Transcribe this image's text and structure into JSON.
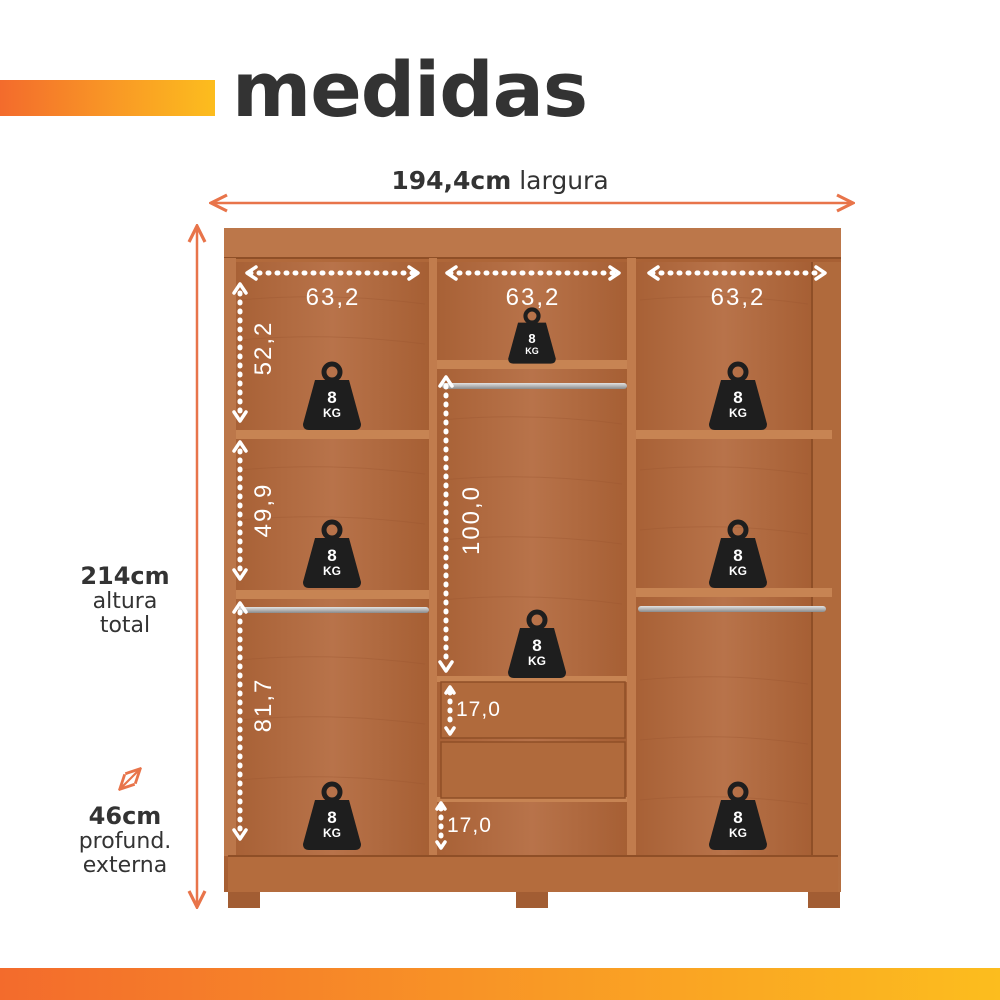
{
  "header": {
    "title": "medidas"
  },
  "dimensions": {
    "width": {
      "value": "194,4cm",
      "label": "largura"
    },
    "height": {
      "value": "214cm",
      "label_line1": "altura",
      "label_line2": "total"
    },
    "depth": {
      "value": "46cm",
      "label_line1": "profund.",
      "label_line2": "externa"
    }
  },
  "compartments": {
    "widths": [
      "63,2",
      "63,2",
      "63,2"
    ],
    "left_heights": [
      "52,2",
      "49,9",
      "81,7"
    ],
    "center_height": "100,0",
    "drawer_heights": [
      "17,0",
      "17,0"
    ]
  },
  "weight_badge": {
    "value": "8",
    "unit": "KG"
  },
  "colors": {
    "accent_orange": "#f36b2c",
    "accent_yellow": "#fcbd1e",
    "dimension_arrow": "#e8744a",
    "wood": "#b0683a",
    "wood_dark": "#8f4f27",
    "weight": "#1e1e1e"
  }
}
